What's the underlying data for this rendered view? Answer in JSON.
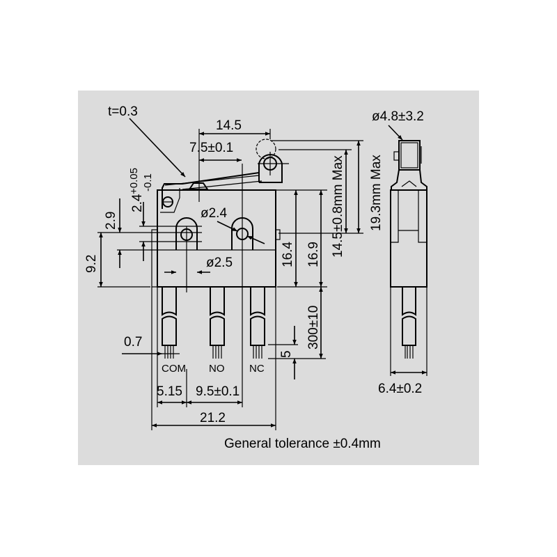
{
  "colors": {
    "panel": "#dcdcdc",
    "line": "#000000"
  },
  "front_view": {
    "lever_thickness": "t=0.3",
    "width_lever": "14.5",
    "hole_pitch_top": "7.5±0.1",
    "hole_offset": "2.4",
    "hole_offset_tol_plus": "+0.05",
    "hole_offset_tol_minus": "-0.1",
    "hole_to_edge": "2.9",
    "flange_height": "9.2",
    "hole_diameter": "ø2.4",
    "boss_diameter": "ø2.5",
    "height_body": "16.4",
    "height_actuator": "16.9",
    "free_position": "14.5±0.8mm Max",
    "overall_height": "19.3mm Max",
    "wire_length": "300±10",
    "strip_length": "5",
    "wire_pitch_offset": "0.7",
    "terminal_labels": [
      "COM",
      "NO",
      "NC"
    ],
    "com_offset": "5.15",
    "terminal_pitch": "9.5±0.1",
    "overall_width": "21.2"
  },
  "side_view": {
    "roller_diameter": "ø4.8±3.2",
    "thickness": "6.4±0.2"
  },
  "note": "General tolerance ±0.4mm"
}
